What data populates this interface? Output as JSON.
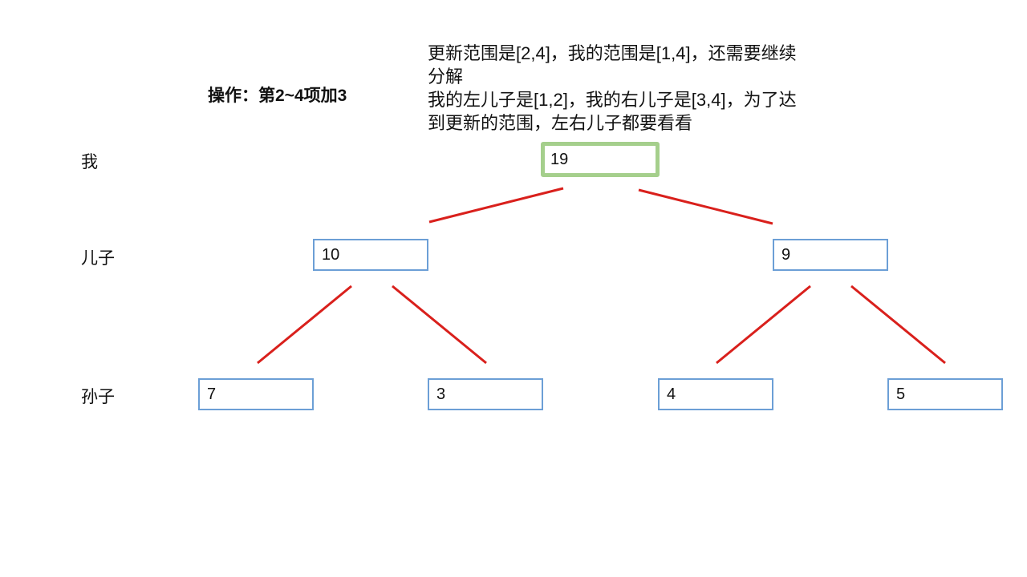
{
  "description_lines": [
    "更新范围是[2,4]，我的范围是[1,4]，还需要继续",
    "分解",
    "我的左儿子是[1,2]，我的右儿子是[3,4]，为了达",
    "到更新的范围，左右儿子都要看看"
  ],
  "operation": "操作：第2~4项加3",
  "levels": {
    "me": "我",
    "son": "儿子",
    "grandson": "孙子"
  },
  "tree": {
    "root": "19",
    "left_son": "10",
    "right_son": "9",
    "grandsons": [
      "7",
      "3",
      "4",
      "5"
    ]
  },
  "colors": {
    "highlight": "#a5cf8c",
    "edge": "#d9201c",
    "node_border": "#6c9fd6"
  }
}
